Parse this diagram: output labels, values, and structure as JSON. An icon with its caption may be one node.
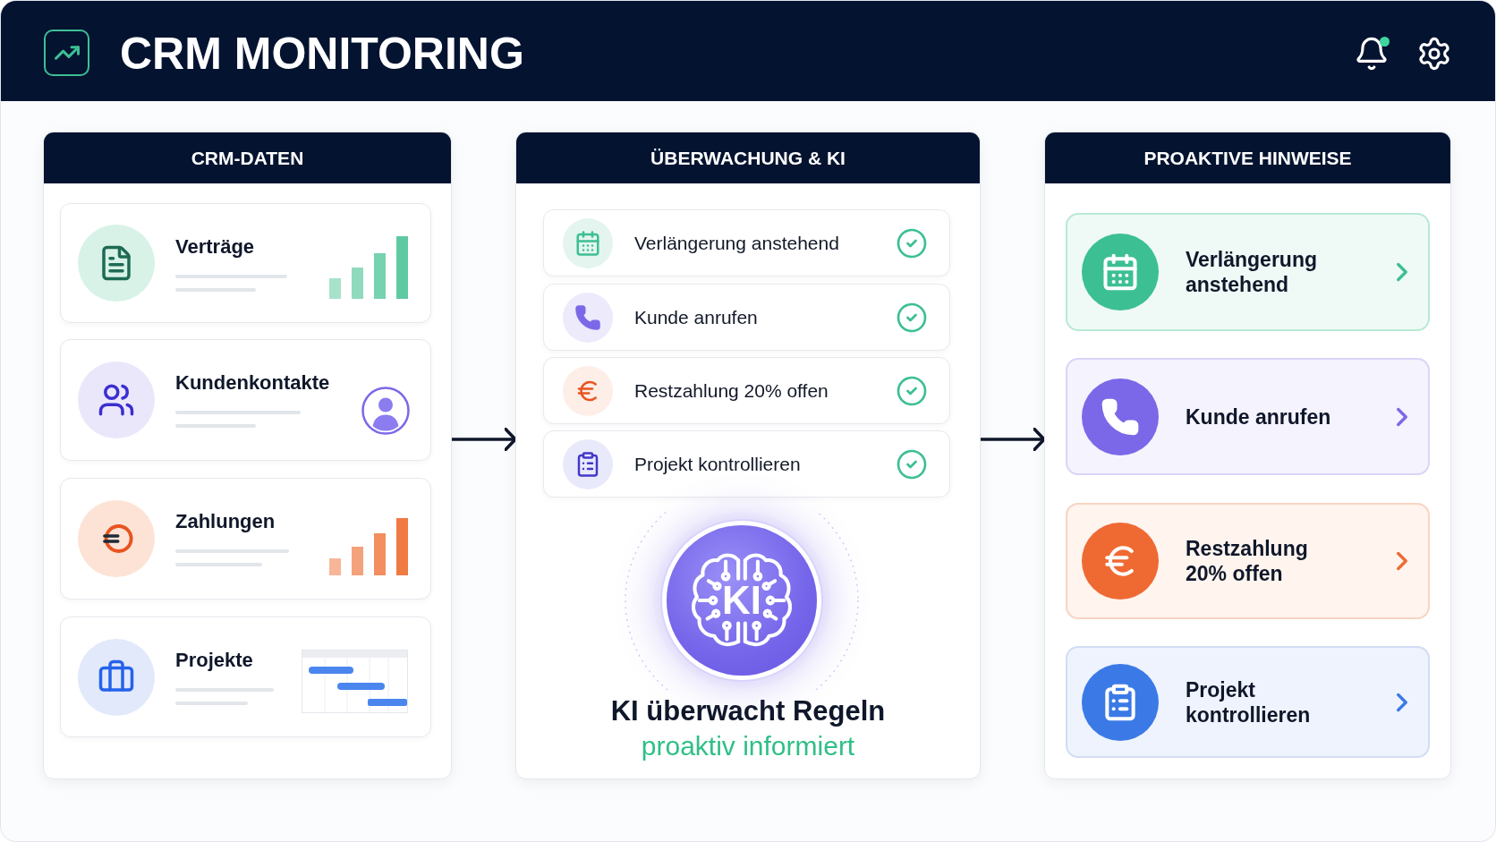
{
  "diagram": {
    "title": "CRM MONITORING",
    "nodes": [
      {
        "text": [
          "CRM-DATEN"
        ]
      },
      {
        "text": [
          "Verträge"
        ],
        "in": 0
      },
      {
        "text": [
          "Kundenkontakte"
        ],
        "in": 0
      },
      {
        "text": [
          "Zahlungen"
        ],
        "in": 0
      },
      {
        "text": [
          "Projekte"
        ],
        "in": 0
      },
      {
        "text": [
          "ÜBERWACHUNG & KI"
        ]
      },
      {
        "text": [
          "Verlängerung anstehend"
        ],
        "in": 5
      },
      {
        "text": [
          "Kunde anrufen"
        ],
        "in": 5
      },
      {
        "text": [
          "Restzahlung 20% offen"
        ],
        "in": 5
      },
      {
        "text": [
          "Projekt kontrollieren"
        ],
        "in": 5
      },
      {
        "text": [
          "KI"
        ],
        "in": 5,
        "beside": [
          "KI überwacht Regeln",
          "proaktiv informiert"
        ]
      },
      {
        "text": [
          "PROAKTIVE HINWEISE"
        ]
      },
      {
        "text": [
          "Verlängerung anstehend"
        ],
        "in": 11
      },
      {
        "text": [
          "Kunde anrufen"
        ],
        "in": 11
      },
      {
        "text": [
          "Restzahlung 20% offen"
        ],
        "in": 11
      },
      {
        "text": [
          "Projekt kontrollieren"
        ],
        "in": 11
      }
    ],
    "edges": [
      {
        "from": 0,
        "to": 5,
        "arrow": "to"
      },
      {
        "from": 5,
        "to": 11,
        "arrow": "to"
      }
    ]
  }
}
